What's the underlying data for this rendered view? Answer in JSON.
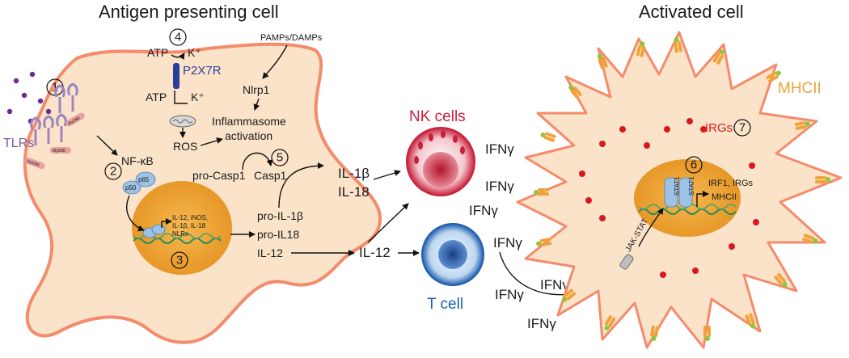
{
  "titles": {
    "apc": "Antigen presenting cell",
    "activated": "Activated cell"
  },
  "apc": {
    "tlrs": "TLRs",
    "myd88": "MyD88",
    "nfkb": "NF-κB",
    "p50": "p50",
    "p65": "p65",
    "atp_out": "ATP",
    "k_out": "K⁺",
    "p2x7r": "P2X7R",
    "atp_in": "ATP",
    "k_in": "K⁺",
    "ros": "ROS",
    "pamps": "PAMPs/DAMPs",
    "nlrp1": "Nlrp1",
    "inflammasome_1": "Inflammasome",
    "inflammasome_2": "activation",
    "pro_casp1": "pro-Casp1",
    "casp1": "Casp1",
    "genes_1": "IL-12, iNOS,",
    "genes_2": "IL-1β, IL-18",
    "genes_3": "NLRs",
    "pro_il1b": "pro-IL-1β",
    "pro_il18": "pro-IL18",
    "il12_in": "IL-12",
    "steps": [
      "①",
      "②",
      "③",
      "④",
      "⑤"
    ]
  },
  "cytokines": {
    "il1b": "IL-1β",
    "il18": "IL-18",
    "il12": "IL-12",
    "ifng": "IFNγ"
  },
  "nk": {
    "label": "NK cells"
  },
  "tcell": {
    "label": "T cell"
  },
  "activated": {
    "mhcii": "MHCII",
    "irgs": "IRGs",
    "irgs_num": "⑦",
    "step6": "⑥",
    "irf1": "IRF1, IRGs",
    "mhcii_gene": "MHCII",
    "stat1": "STAT1",
    "jak_stat": "JAK-STAT"
  },
  "colors": {
    "cell_fill": "#fbe3c9",
    "cell_stroke": "#f48b6b",
    "nucleus": "#f2a93c",
    "nk": "#c8203a",
    "tcell": "#1f5fae",
    "receptor": "#b9a3cf",
    "mhc_orange": "#f0a23a",
    "mhc_green": "#8cc63f",
    "irg_red": "#d7191f",
    "p2x7r": "#2a3f9a"
  }
}
